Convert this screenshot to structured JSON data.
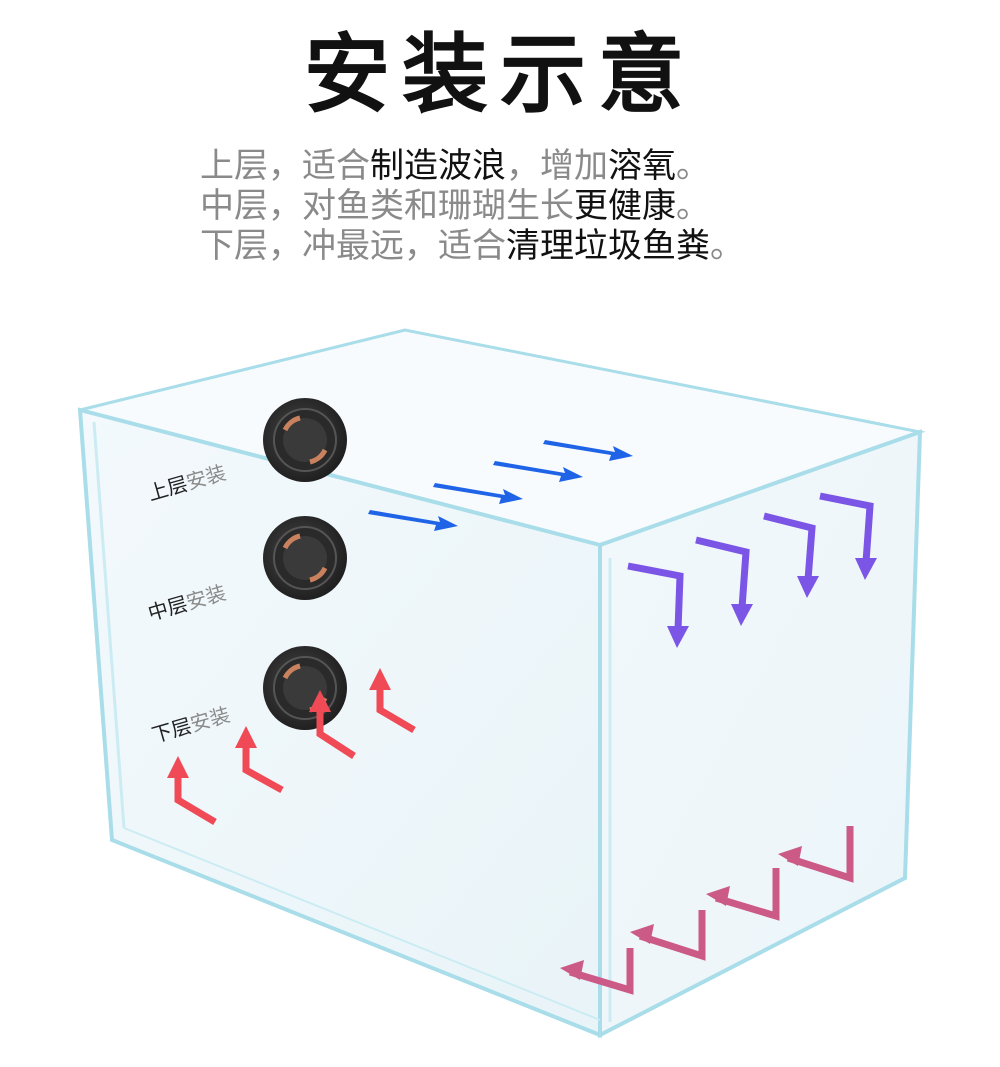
{
  "title": "安装示意",
  "description": {
    "line1": {
      "gray": "上层，适合",
      "dark": "制造波浪",
      "gray2": "，增加",
      "dark2": "溶氧",
      "end": "。"
    },
    "line2": {
      "gray": "中层，对鱼类和珊瑚生长",
      "dark": "更健康",
      "end": "。"
    },
    "line3": {
      "gray": "下层，冲最远，适合",
      "dark": "清理垃圾鱼粪",
      "end": "。"
    }
  },
  "pumps": {
    "upper": {
      "label_dark": "上层",
      "label_gray": "安装"
    },
    "middle": {
      "label_dark": "中层",
      "label_gray": "安装"
    },
    "lower": {
      "label_dark": "下层",
      "label_gray": "安装"
    }
  },
  "colors": {
    "blue_arrow": "#1f63e6",
    "purple_arrow": "#7a55e6",
    "red_arrow": "#ef4a55",
    "pink_arrow": "#cc5a86",
    "glass_edge": "#a8dde9"
  }
}
